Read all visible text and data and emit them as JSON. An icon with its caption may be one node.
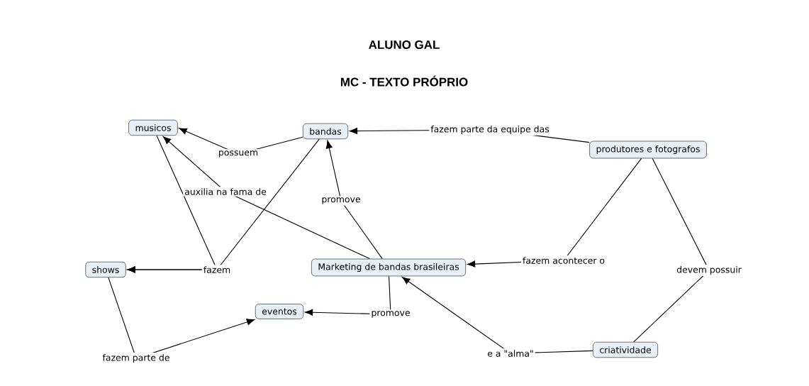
{
  "diagram": {
    "title": "ALUNO GAL",
    "nodes": [
      {
        "text": [
          "musicos"
        ]
      },
      {
        "text": [
          "bandas"
        ]
      },
      {
        "text": [
          "produtores e fotografos"
        ]
      },
      {
        "text": [
          "shows"
        ]
      },
      {
        "text": [
          "Marketing de bandas brasileiras"
        ]
      },
      {
        "text": [
          "eventos"
        ]
      },
      {
        "text": [
          "criatividade"
        ]
      }
    ],
    "edges": [
      {
        "from": 2,
        "to": 1,
        "arrow": "to",
        "label": "fazem parte da equipe das"
      },
      {
        "from": 1,
        "to": 0,
        "arrow": "to",
        "label": "possuem"
      },
      {
        "from": 4,
        "to": 0,
        "arrow": "to",
        "label": "auxilia na fama de"
      },
      {
        "from": 4,
        "to": 1,
        "arrow": "to",
        "label": "promove"
      },
      {
        "from": 0,
        "to": 3,
        "arrow": "to",
        "label": "fazem"
      },
      {
        "from": 1,
        "to": 3,
        "arrow": "to"
      },
      {
        "from": 4,
        "to": 5,
        "arrow": "to",
        "label": "promove"
      },
      {
        "from": 3,
        "to": 5,
        "arrow": "to",
        "label": "fazem parte de"
      },
      {
        "from": 2,
        "to": 4,
        "arrow": "to",
        "label": "fazem acontecer o"
      },
      {
        "from": 2,
        "to": 6,
        "arrow": "none",
        "label": "devem possuir"
      },
      {
        "from": 6,
        "to": 4,
        "arrow": "to",
        "label": "e a \"alma\""
      }
    ],
    "labels": [
      "MC - TEXTO PRÓPRIO"
    ]
  }
}
